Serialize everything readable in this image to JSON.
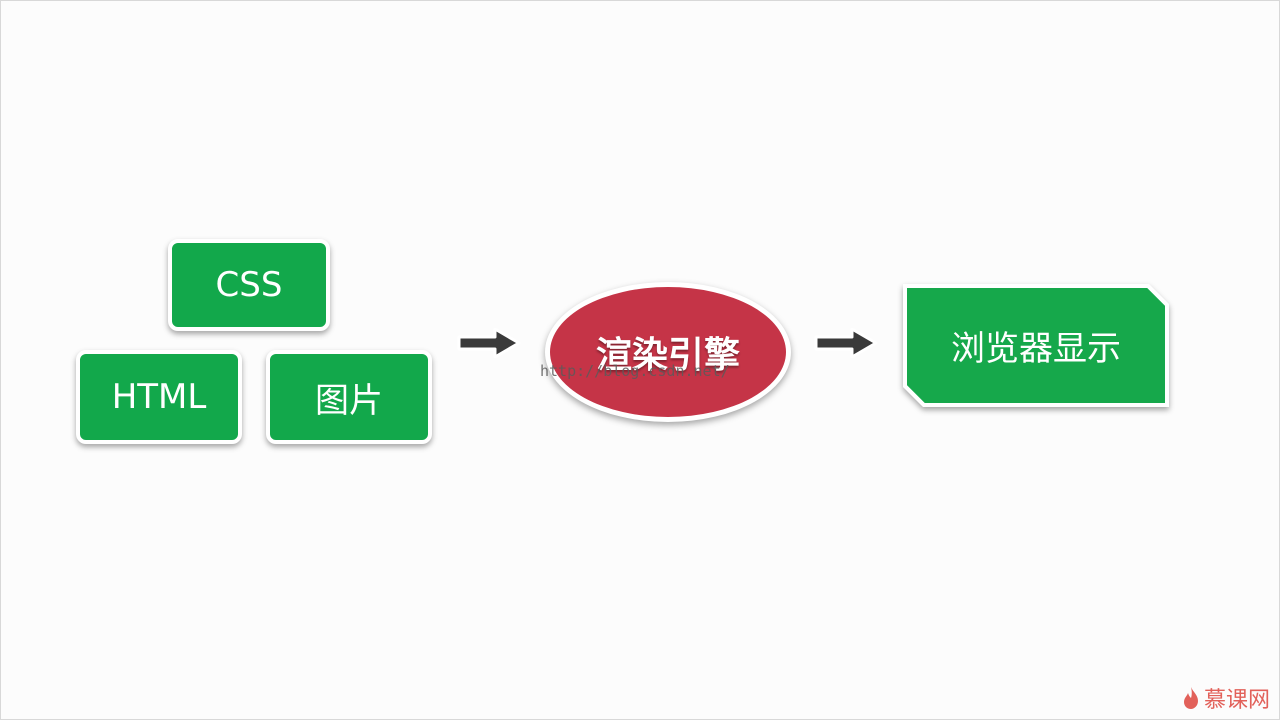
{
  "diagram": {
    "inputs": {
      "css": "CSS",
      "html": "HTML",
      "image": "图片"
    },
    "engine": "渲染引擎",
    "output": "浏览器显示",
    "watermark": "http://blog.csdn.net/"
  },
  "logo": {
    "text": "慕课网",
    "icon": "flame-icon"
  },
  "colors": {
    "input_box": "#12a84b",
    "engine": "#c53447",
    "arrow": "#3a3a3a",
    "logo": "#e2615a",
    "background": "#fcfcfc"
  }
}
